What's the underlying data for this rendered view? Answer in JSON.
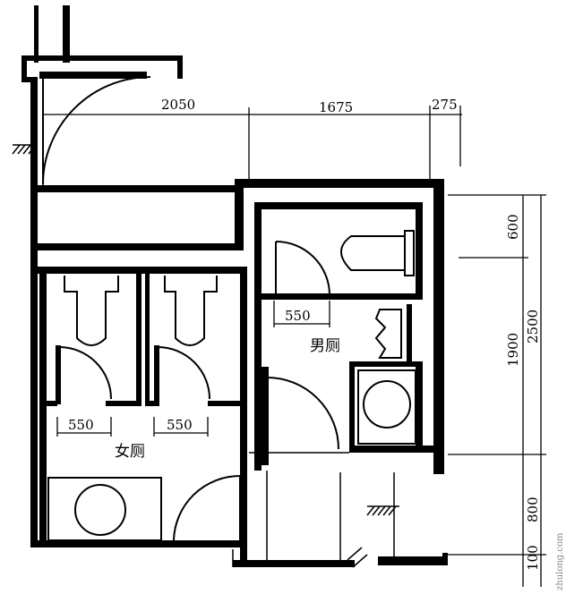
{
  "dimensions": {
    "top_1": "2050",
    "top_2": "1675",
    "top_3": "275",
    "right_1": "600",
    "right_2": "1900",
    "right_total": "2500",
    "right_3": "800",
    "right_4": "100"
  },
  "rooms": {
    "women": "女厕",
    "men": "男厕"
  },
  "stall_widths": {
    "women_left": "550",
    "women_right": "550",
    "men": "550"
  },
  "watermark": "zhulong.com"
}
